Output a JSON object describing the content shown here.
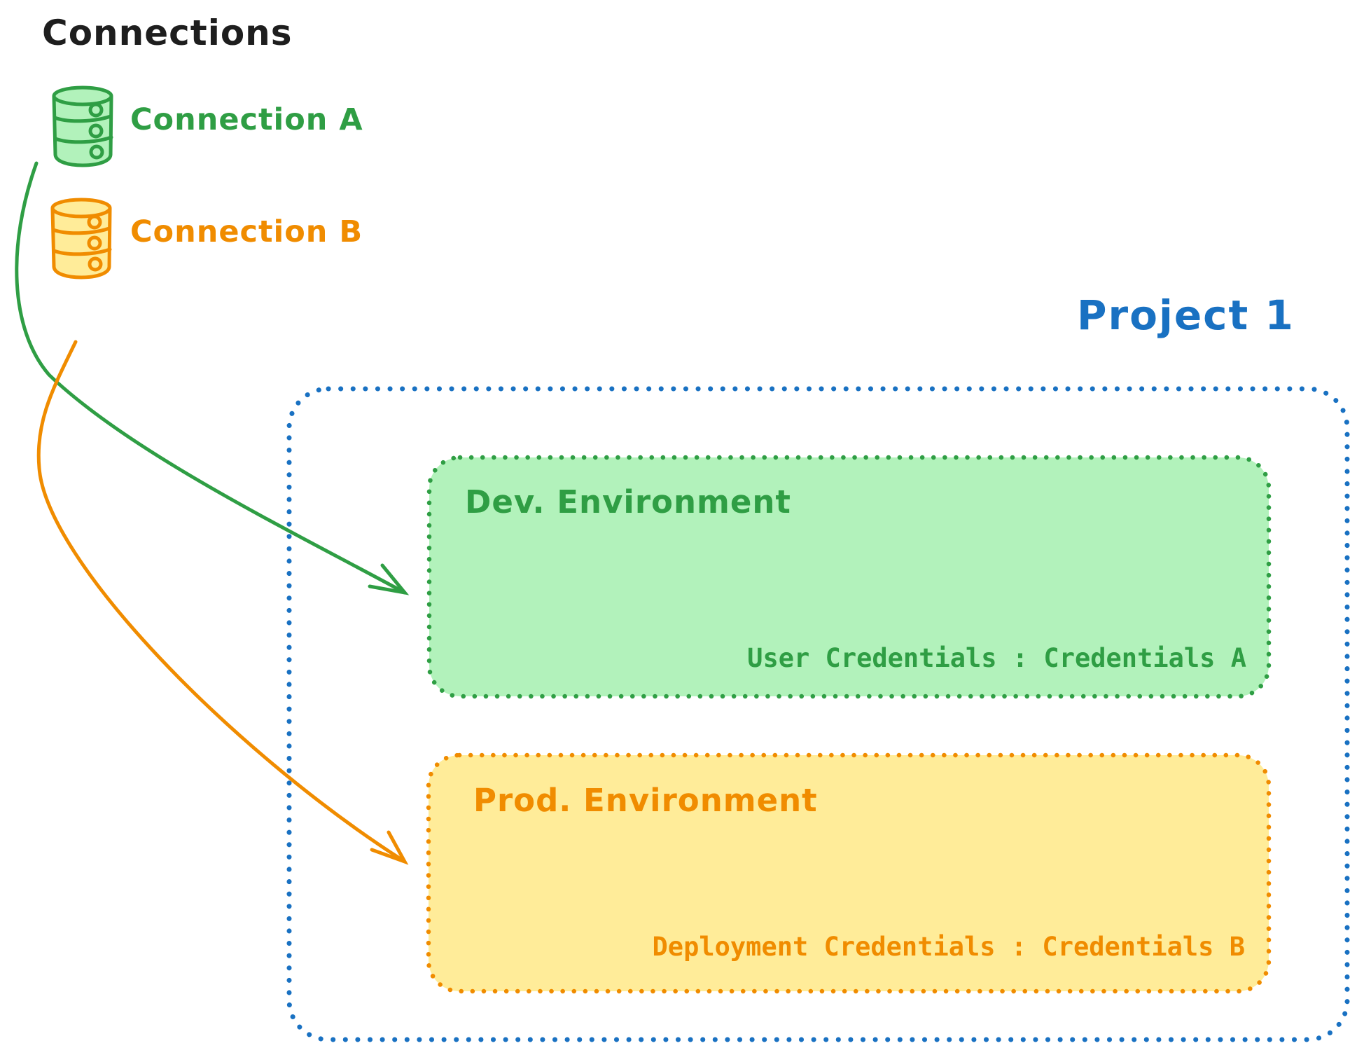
{
  "diagram": {
    "title": "Connections",
    "connections": [
      {
        "label": "Connection A",
        "icon": "database-icon",
        "color": "#2f9e44"
      },
      {
        "label": "Connection B",
        "icon": "database-icon",
        "color": "#f08c00"
      }
    ],
    "project": {
      "label": "Project 1",
      "environments": [
        {
          "name": "Dev. Environment",
          "credentials_label": "User Credentials : Credentials A",
          "color": "#2f9e44",
          "fill": "#b2f2bb"
        },
        {
          "name": "Prod. Environment",
          "credentials_label": "Deployment Credentials : Credentials B",
          "color": "#f08c00",
          "fill": "#ffec99"
        }
      ]
    },
    "arrows": [
      {
        "from": "Connection A",
        "to": "Dev. Environment",
        "color": "#2f9e44"
      },
      {
        "from": "Connection B",
        "to": "Prod. Environment",
        "color": "#f08c00"
      }
    ]
  },
  "colors": {
    "ink": "#1e1e1e",
    "green": "#2f9e44",
    "green_fill": "#b2f2bb",
    "orange": "#f08c00",
    "orange_fill": "#ffec99",
    "blue": "#1971c2",
    "background": "#ffffff"
  }
}
